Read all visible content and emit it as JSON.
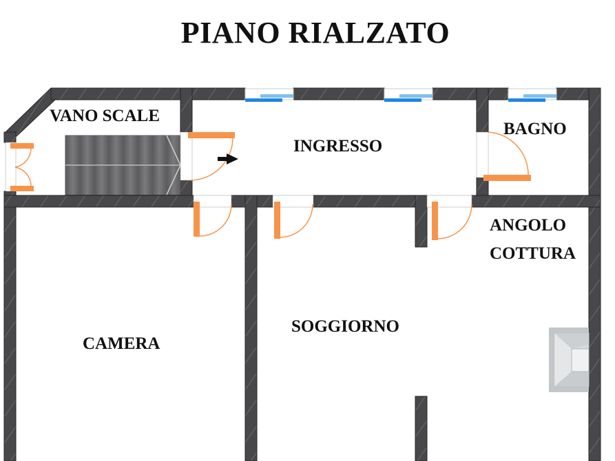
{
  "plan": {
    "title": "PIANO RIALZATO",
    "floor": "piano rialzato",
    "colors": {
      "wall": "#464648",
      "wall_edge": "#2a2a2c",
      "door": "#f7944a",
      "window": "#1e88e5",
      "window_light": "#7ec0f0",
      "stair": "#6e6e70",
      "fireplace": "#c9cccf",
      "background": "#ffffff"
    },
    "rooms": [
      {
        "id": "vano-scale",
        "label": "VANO SCALE"
      },
      {
        "id": "ingresso",
        "label": "INGRESSO"
      },
      {
        "id": "bagno",
        "label": "BAGNO"
      },
      {
        "id": "angolo-cottura",
        "label_line1": "ANGOLO",
        "label_line2": "COTTURA"
      },
      {
        "id": "soggiorno",
        "label": "SOGGIORNO"
      },
      {
        "id": "camera",
        "label": "CAMERA"
      }
    ],
    "symbols": {
      "entrance_arrow": "arrow-right",
      "staircase_steps": 8,
      "windows": 3,
      "doors": 7,
      "fireplace": 1
    }
  }
}
